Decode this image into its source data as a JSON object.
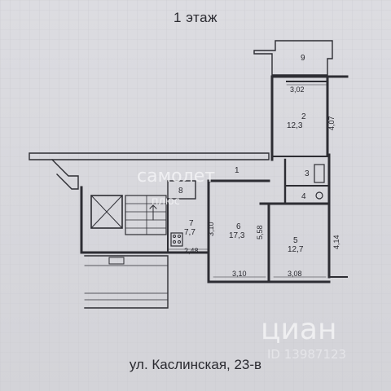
{
  "header": {
    "floor_title": "1 этаж"
  },
  "footer": {
    "address": "ул. Каслинская, 23-в"
  },
  "rooms": [
    {
      "number": "9",
      "area": ""
    },
    {
      "number": "2",
      "area": "12,3"
    },
    {
      "number": "1",
      "area": ""
    },
    {
      "number": "3",
      "area": ""
    },
    {
      "number": "4",
      "area": ""
    },
    {
      "number": "8",
      "area": ""
    },
    {
      "number": "7",
      "area": "7,7"
    },
    {
      "number": "6",
      "area": "17,3"
    },
    {
      "number": "5",
      "area": "12,7"
    }
  ],
  "dimensions": {
    "d302": "3,02",
    "d407": "4,07",
    "d310v": "3,10",
    "d558": "5,58",
    "d414": "4,14",
    "d248": "2,48",
    "d310h": "3,10",
    "d308": "3,08"
  },
  "watermark": {
    "ciyan": "циан",
    "listing_id": "ID 13987123",
    "samolet": "самолет",
    "plus": "плюс"
  },
  "colors": {
    "background": "#d7d7dc",
    "line": "#2d2d33",
    "grid": "#c8c8ce"
  }
}
